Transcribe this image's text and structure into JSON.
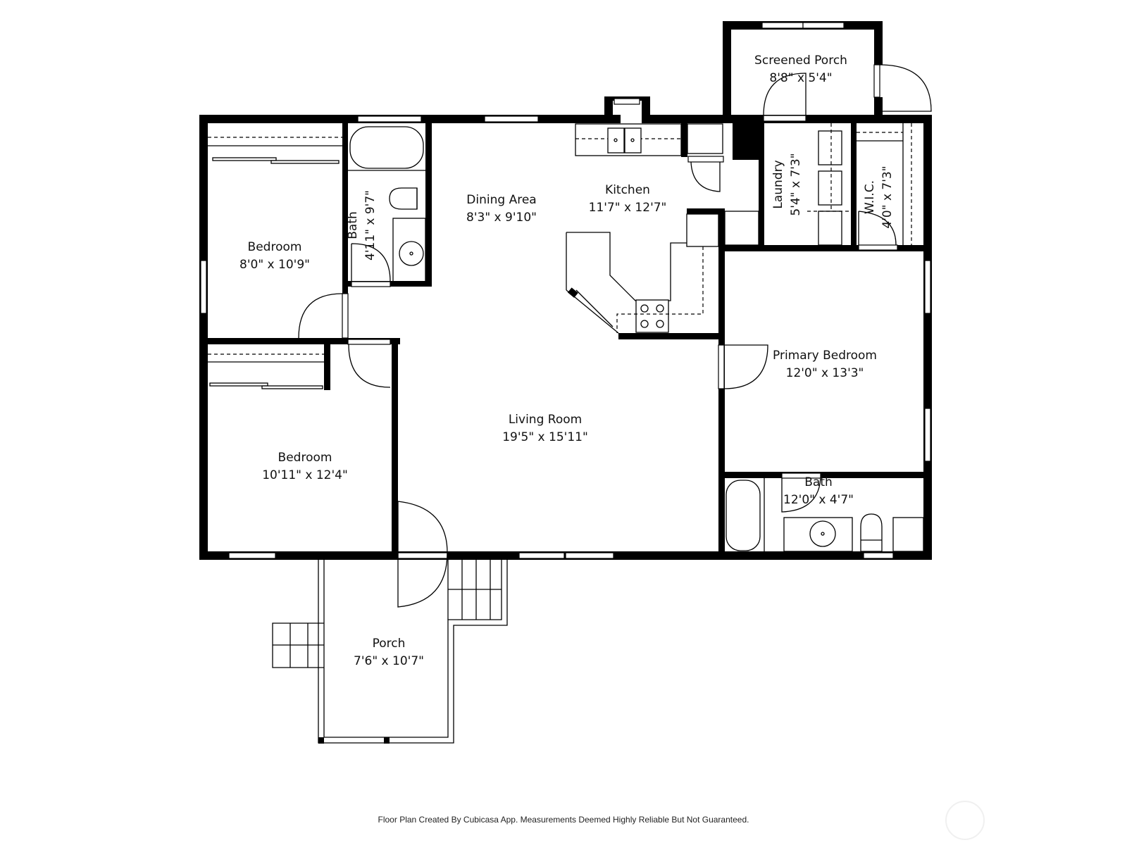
{
  "floor_plan": {
    "rooms": [
      {
        "id": "screened-porch",
        "name": "Screened Porch",
        "dims": "8'8\" x 5'4\""
      },
      {
        "id": "bedroom-1",
        "name": "Bedroom",
        "dims": "8'0\" x 10'9\""
      },
      {
        "id": "bath-1",
        "name": "Bath",
        "dims": "4'11\" x 9'7\""
      },
      {
        "id": "dining-area",
        "name": "Dining Area",
        "dims": "8'3\" x 9'10\""
      },
      {
        "id": "kitchen",
        "name": "Kitchen",
        "dims": "11'7\" x 12'7\""
      },
      {
        "id": "laundry",
        "name": "Laundry",
        "dims": "5'4\" x 7'3\""
      },
      {
        "id": "wic",
        "name": "W.I.C.",
        "dims": "4'0\" x 7'3\""
      },
      {
        "id": "primary-bedroom",
        "name": "Primary Bedroom",
        "dims": "12'0\" x 13'3\""
      },
      {
        "id": "bedroom-2",
        "name": "Bedroom",
        "dims": "10'11\" x 12'4\""
      },
      {
        "id": "living-room",
        "name": "Living Room",
        "dims": "19'5\" x 15'11\""
      },
      {
        "id": "bath-2",
        "name": "Bath",
        "dims": "12'0\" x 4'7\""
      },
      {
        "id": "porch",
        "name": "Porch",
        "dims": "7'6\" x 10'7\""
      }
    ],
    "footer": "Floor Plan Created By Cubicasa App. Measurements Deemed Highly Reliable But Not Guaranteed.",
    "colors": {
      "wall": "#000000",
      "background": "#ffffff"
    }
  }
}
